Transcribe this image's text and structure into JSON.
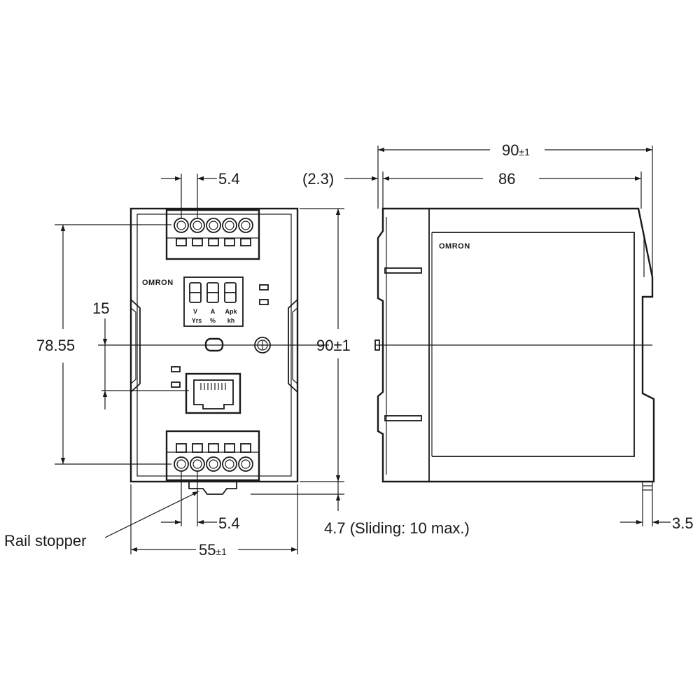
{
  "dimensions": {
    "front_top_pitch": "5.4",
    "front_bottom_pitch": "5.4",
    "front_height": "78.55",
    "front_offset": "15",
    "front_width": "55",
    "front_width_tol": "±1",
    "side_height": "90±1",
    "side_total_depth": "90",
    "side_total_depth_tol": "±1",
    "side_depth": "86",
    "side_left_offset": "(2.3)",
    "side_rail_offset": "3.5",
    "sliding_note": "4.7 (Sliding: 10 max.)"
  },
  "labels": {
    "rail_stopper": "Rail stopper",
    "logo_front": "OMRON",
    "logo_side": "OMRON",
    "display_units_top": [
      "V",
      "A",
      "Apk"
    ],
    "display_units_bottom": [
      "Yrs",
      "%",
      "kh"
    ]
  }
}
